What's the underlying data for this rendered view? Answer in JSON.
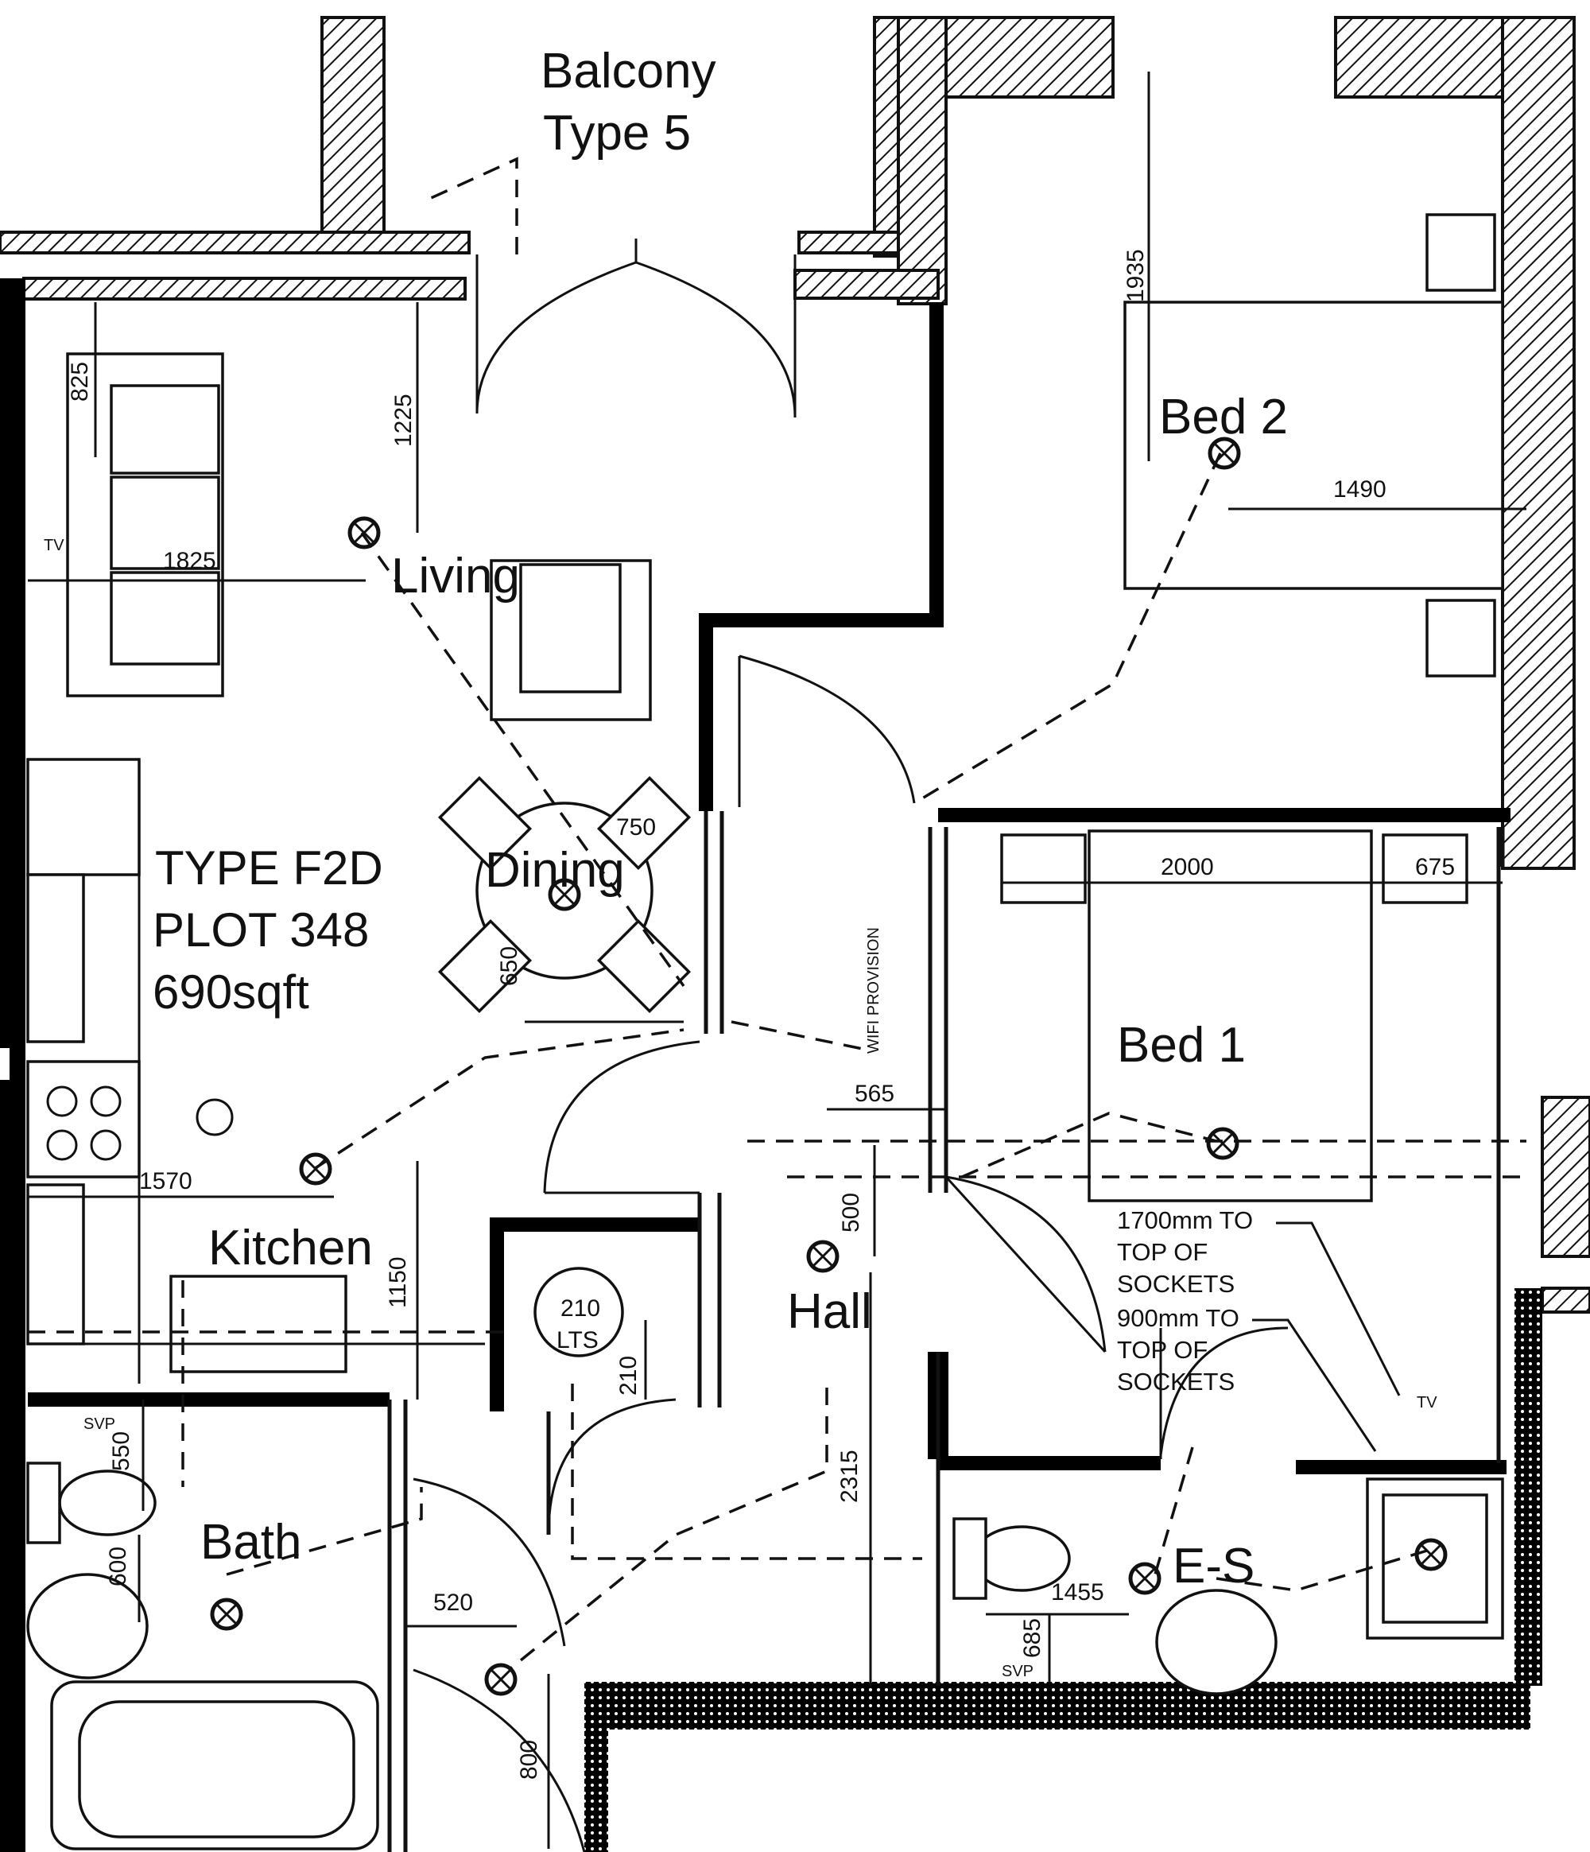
{
  "rooms": {
    "balcony": [
      "Balcony",
      "Type 5"
    ],
    "bed2": "Bed 2",
    "living": "Living",
    "dining": "Dining",
    "bed1": "Bed 1",
    "kitchen": "Kitchen",
    "hall": "Hall",
    "bath": "Bath",
    "ensuite": "E-S"
  },
  "plot_info": {
    "type": "TYPE F2D",
    "plot": "PLOT 348",
    "area": "690sqft"
  },
  "dimensions": {
    "d1935": "1935",
    "d1225": "1225",
    "d825": "825",
    "d1825": "1825",
    "d1490": "1490",
    "d2000": "2000",
    "d675": "675",
    "d750": "750",
    "d650": "650",
    "d565": "565",
    "d1570": "1570",
    "d1150": "1150",
    "d500": "500",
    "d210": "210",
    "d2315": "2315",
    "d520": "520",
    "d800": "800",
    "d1455": "1455",
    "d685": "685",
    "d550": "550",
    "d600": "600"
  },
  "cupboard_label": [
    "210",
    "LTS"
  ],
  "notes": {
    "note1": [
      "1700mm TO",
      "TOP OF",
      "SOCKETS"
    ],
    "note2": [
      "900mm TO",
      "TOP OF",
      "SOCKETS"
    ]
  },
  "small_labels": {
    "svp_bath": "SVP",
    "svp_ensuite": "SVP",
    "tv": "TV",
    "hall_panel": "WIFI PROVISION",
    "living_socket": "TV"
  }
}
